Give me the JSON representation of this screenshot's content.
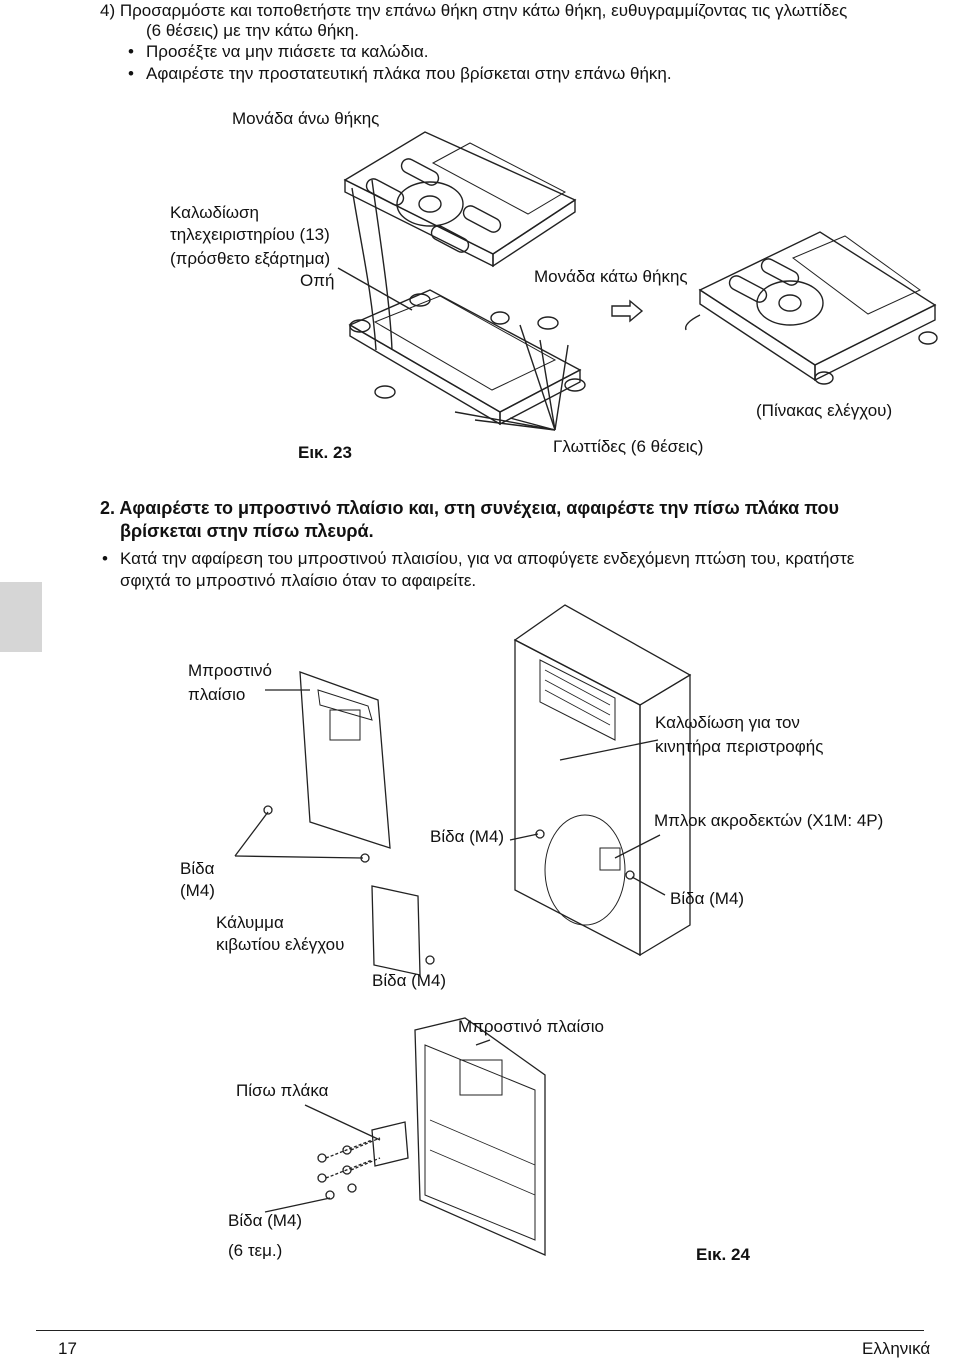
{
  "step4": {
    "line1": "4)  Προσαρμόστε και τοποθετήστε την επάνω θήκη στην κάτω θήκη, ευθυγραμμίζοντας τις γλωττίδες",
    "line2": "(6 θέσεις) με την κάτω θήκη.",
    "bullet1": "Προσέξτε να μην πιάσετε τα καλώδια.",
    "bullet2": "Αφαιρέστε την προστατευτική πλάκα που βρίσκεται στην επάνω θήκη."
  },
  "fig23": {
    "upper_unit": "Μονάδα άνω θήκης",
    "wiring_l1": "Καλωδίωση",
    "wiring_l2": "τηλεχειριστηρίου (13)",
    "wiring_l3": "(πρόσθετο εξάρτημα)",
    "hole": "Οπή",
    "lower_unit": "Μονάδα κάτω θήκης",
    "control_panel": "(Πίνακας ελέγχου)",
    "caption": "Εικ. 23",
    "tabs": "Γλωττίδες (6 θέσεις)"
  },
  "step2": {
    "heading_l1": "2.  Αφαιρέστε το μπροστινό πλαίσιο και, στη συνέχεια, αφαιρέστε την πίσω πλάκα που",
    "heading_l2": "βρίσκεται στην πίσω πλευρά.",
    "bullet_l1": "Κατά την αφαίρεση του μπροστινού πλαισίου, για να αποφύγετε ενδεχόμενη πτώση του, κρατήστε",
    "bullet_l2": "σφιχτά το μπροστινό πλαίσιο όταν το αφαιρείτε."
  },
  "fig24": {
    "front_panel_l1": "Μπροστινό",
    "front_panel_l2": "πλαίσιο",
    "motor_wiring_l1": "Καλωδίωση για τον",
    "motor_wiring_l2": "κινητήρα περιστροφής",
    "terminal_block": "Μπλοκ ακροδεκτών (X1M: 4P)",
    "screw_left_l1": "Βίδα",
    "screw_left_l2": "(M4)",
    "screw_mid": "Βίδα (M4)",
    "screw_right": "Βίδα (M4)",
    "ctrl_box_cover_l1": "Κάλυμμα",
    "ctrl_box_cover_l2": "κιβωτίου ελέγχου",
    "screw_bottom": "Βίδα (M4)",
    "front_panel_2": "Μπροστινό πλαίσιο",
    "back_plate": "Πίσω πλάκα",
    "screw_6_l1": "Βίδα (M4)",
    "screw_6_l2": "(6 τεμ.)",
    "caption": "Εικ. 24"
  },
  "footer": {
    "page_number": "17",
    "language": "Ελληνικά"
  }
}
